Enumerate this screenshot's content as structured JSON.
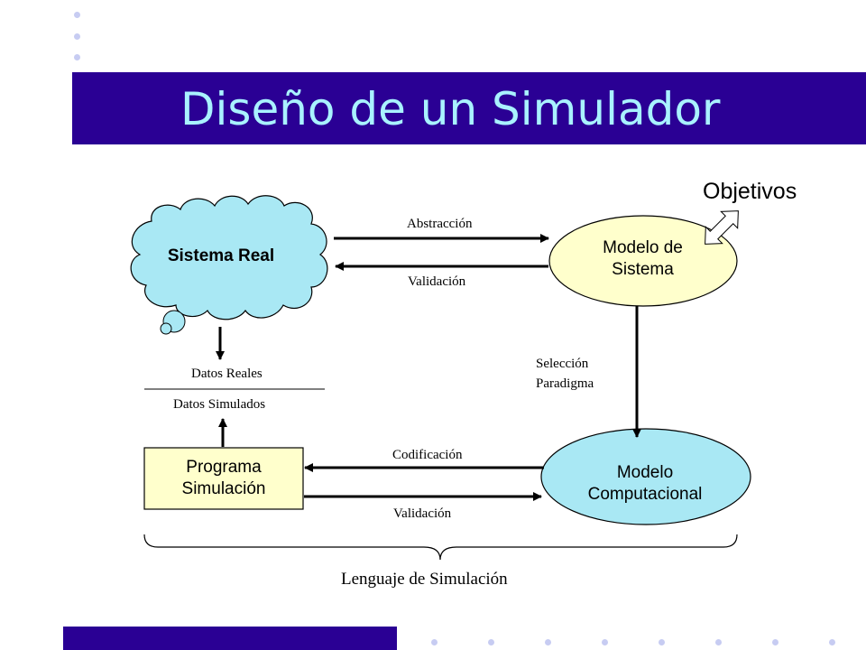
{
  "slide": {
    "title": "Diseño de un Simulador",
    "accent_color": "#2a0094",
    "title_color": "#a9f2ff"
  },
  "nodes": {
    "sistema_real": "Sistema Real",
    "modelo_sistema": [
      "Modelo de",
      "Sistema"
    ],
    "modelo_computacional": [
      "Modelo",
      "Computacional"
    ],
    "programa_simulacion": [
      "Programa",
      "Simulación"
    ],
    "objetivos": "Objetivos"
  },
  "edges": {
    "abstraccion": "Abstracción",
    "validacion_top": "Validación",
    "seleccion": [
      "Selección",
      "Paradigma"
    ],
    "codificacion": "Codificación",
    "validacion_bottom": "Validación",
    "datos_reales": "Datos Reales",
    "datos_simulados": "Datos Simulados"
  },
  "footer": {
    "lenguaje": "Lenguaje de Simulación"
  },
  "colors": {
    "cloud_fill": "#a9e8f4",
    "modelo_sistema_fill": "#ffffcc",
    "modelo_comp_fill": "#a9e8f4",
    "programa_fill": "#ffffcc"
  }
}
